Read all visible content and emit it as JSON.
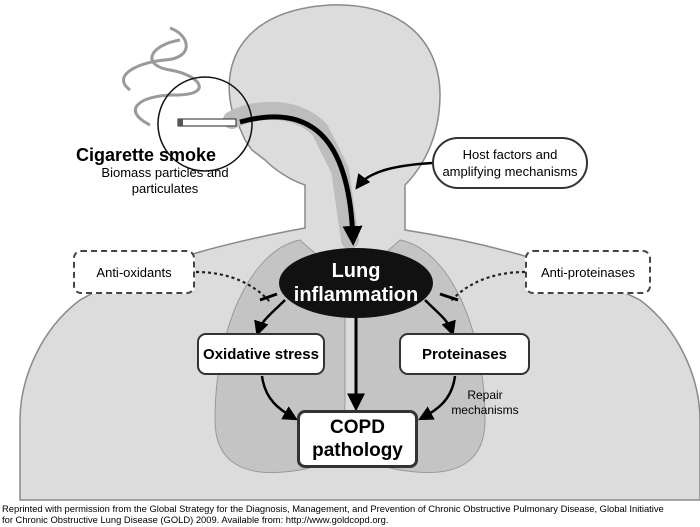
{
  "diagram": {
    "cigarette_smoke": {
      "title": "Cigarette smoke",
      "subtitle_line1": "Biomass particles and",
      "subtitle_line2": "particulates"
    },
    "host_factors": {
      "line1": "Host factors and",
      "line2": "amplifying mechanisms"
    },
    "lung_inflammation": {
      "line1": "Lung",
      "line2": "inflammation"
    },
    "anti_oxidants": "Anti-oxidants",
    "anti_proteinases": "Anti-proteinases",
    "oxidative_stress": "Oxidative stress",
    "proteinases": "Proteinases",
    "repair": {
      "line1": "Repair",
      "line2": "mechanisms"
    },
    "copd": {
      "line1": "COPD",
      "line2": "pathology"
    }
  },
  "footnote": {
    "line1": "Reprinted with permission from the Global Strategy for the Diagnosis, Management, and Prevention of Chronic Obstructive Pulmonary Disease, Global Initiative",
    "line2": "for Chronic Obstructive Lung Disease (GOLD) 2009. Available from: http://www.goldcopd.org."
  },
  "colors": {
    "silhouette": "#dcdcdc",
    "airway": "#c8c8c8",
    "ellipse": "#111111",
    "arrow": "#000000"
  }
}
